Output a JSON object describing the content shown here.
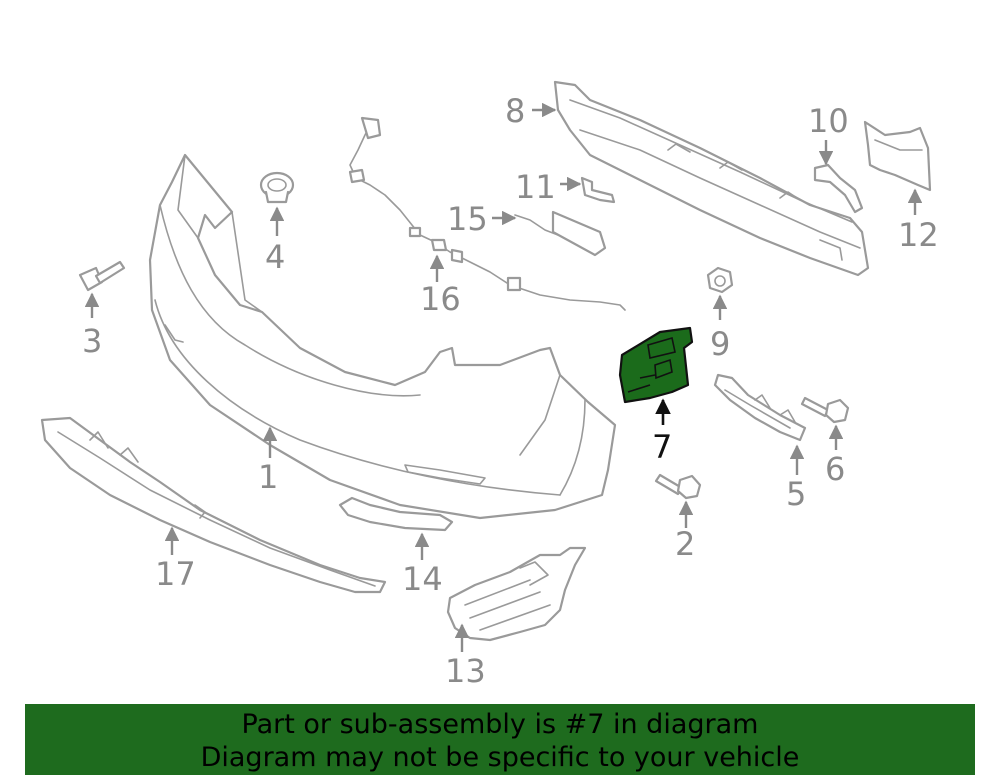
{
  "diagram": {
    "highlighted_part": "7",
    "highlight_color": "#1b6b1b",
    "callouts": [
      {
        "id": "bolt-2",
        "label": "2"
      },
      {
        "id": "clip-3",
        "label": "3"
      },
      {
        "id": "grommet-4",
        "label": "4"
      },
      {
        "id": "bracket-5",
        "label": "5"
      },
      {
        "id": "bolt-6",
        "label": "6"
      },
      {
        "id": "bracket-7",
        "label": "7"
      },
      {
        "id": "reinforcement-8",
        "label": "8"
      },
      {
        "id": "nut-9",
        "label": "9"
      },
      {
        "id": "bracket-10",
        "label": "10"
      },
      {
        "id": "bracket-11",
        "label": "11"
      },
      {
        "id": "shield-12",
        "label": "12"
      },
      {
        "id": "wire-13",
        "label": "13"
      },
      {
        "id": "harness-14",
        "label": "14"
      },
      {
        "id": "reflector-15",
        "label": "15"
      },
      {
        "id": "undercover-16",
        "label": "16"
      },
      {
        "id": "lower-valance-17",
        "label": "17"
      },
      {
        "id": "bumper-cover-1",
        "label": "1"
      }
    ]
  },
  "banner": {
    "line1": "Part or sub-assembly is #7 in diagram",
    "line2": "Diagram may not be specific to your vehicle",
    "background": "#1e6b1e"
  }
}
